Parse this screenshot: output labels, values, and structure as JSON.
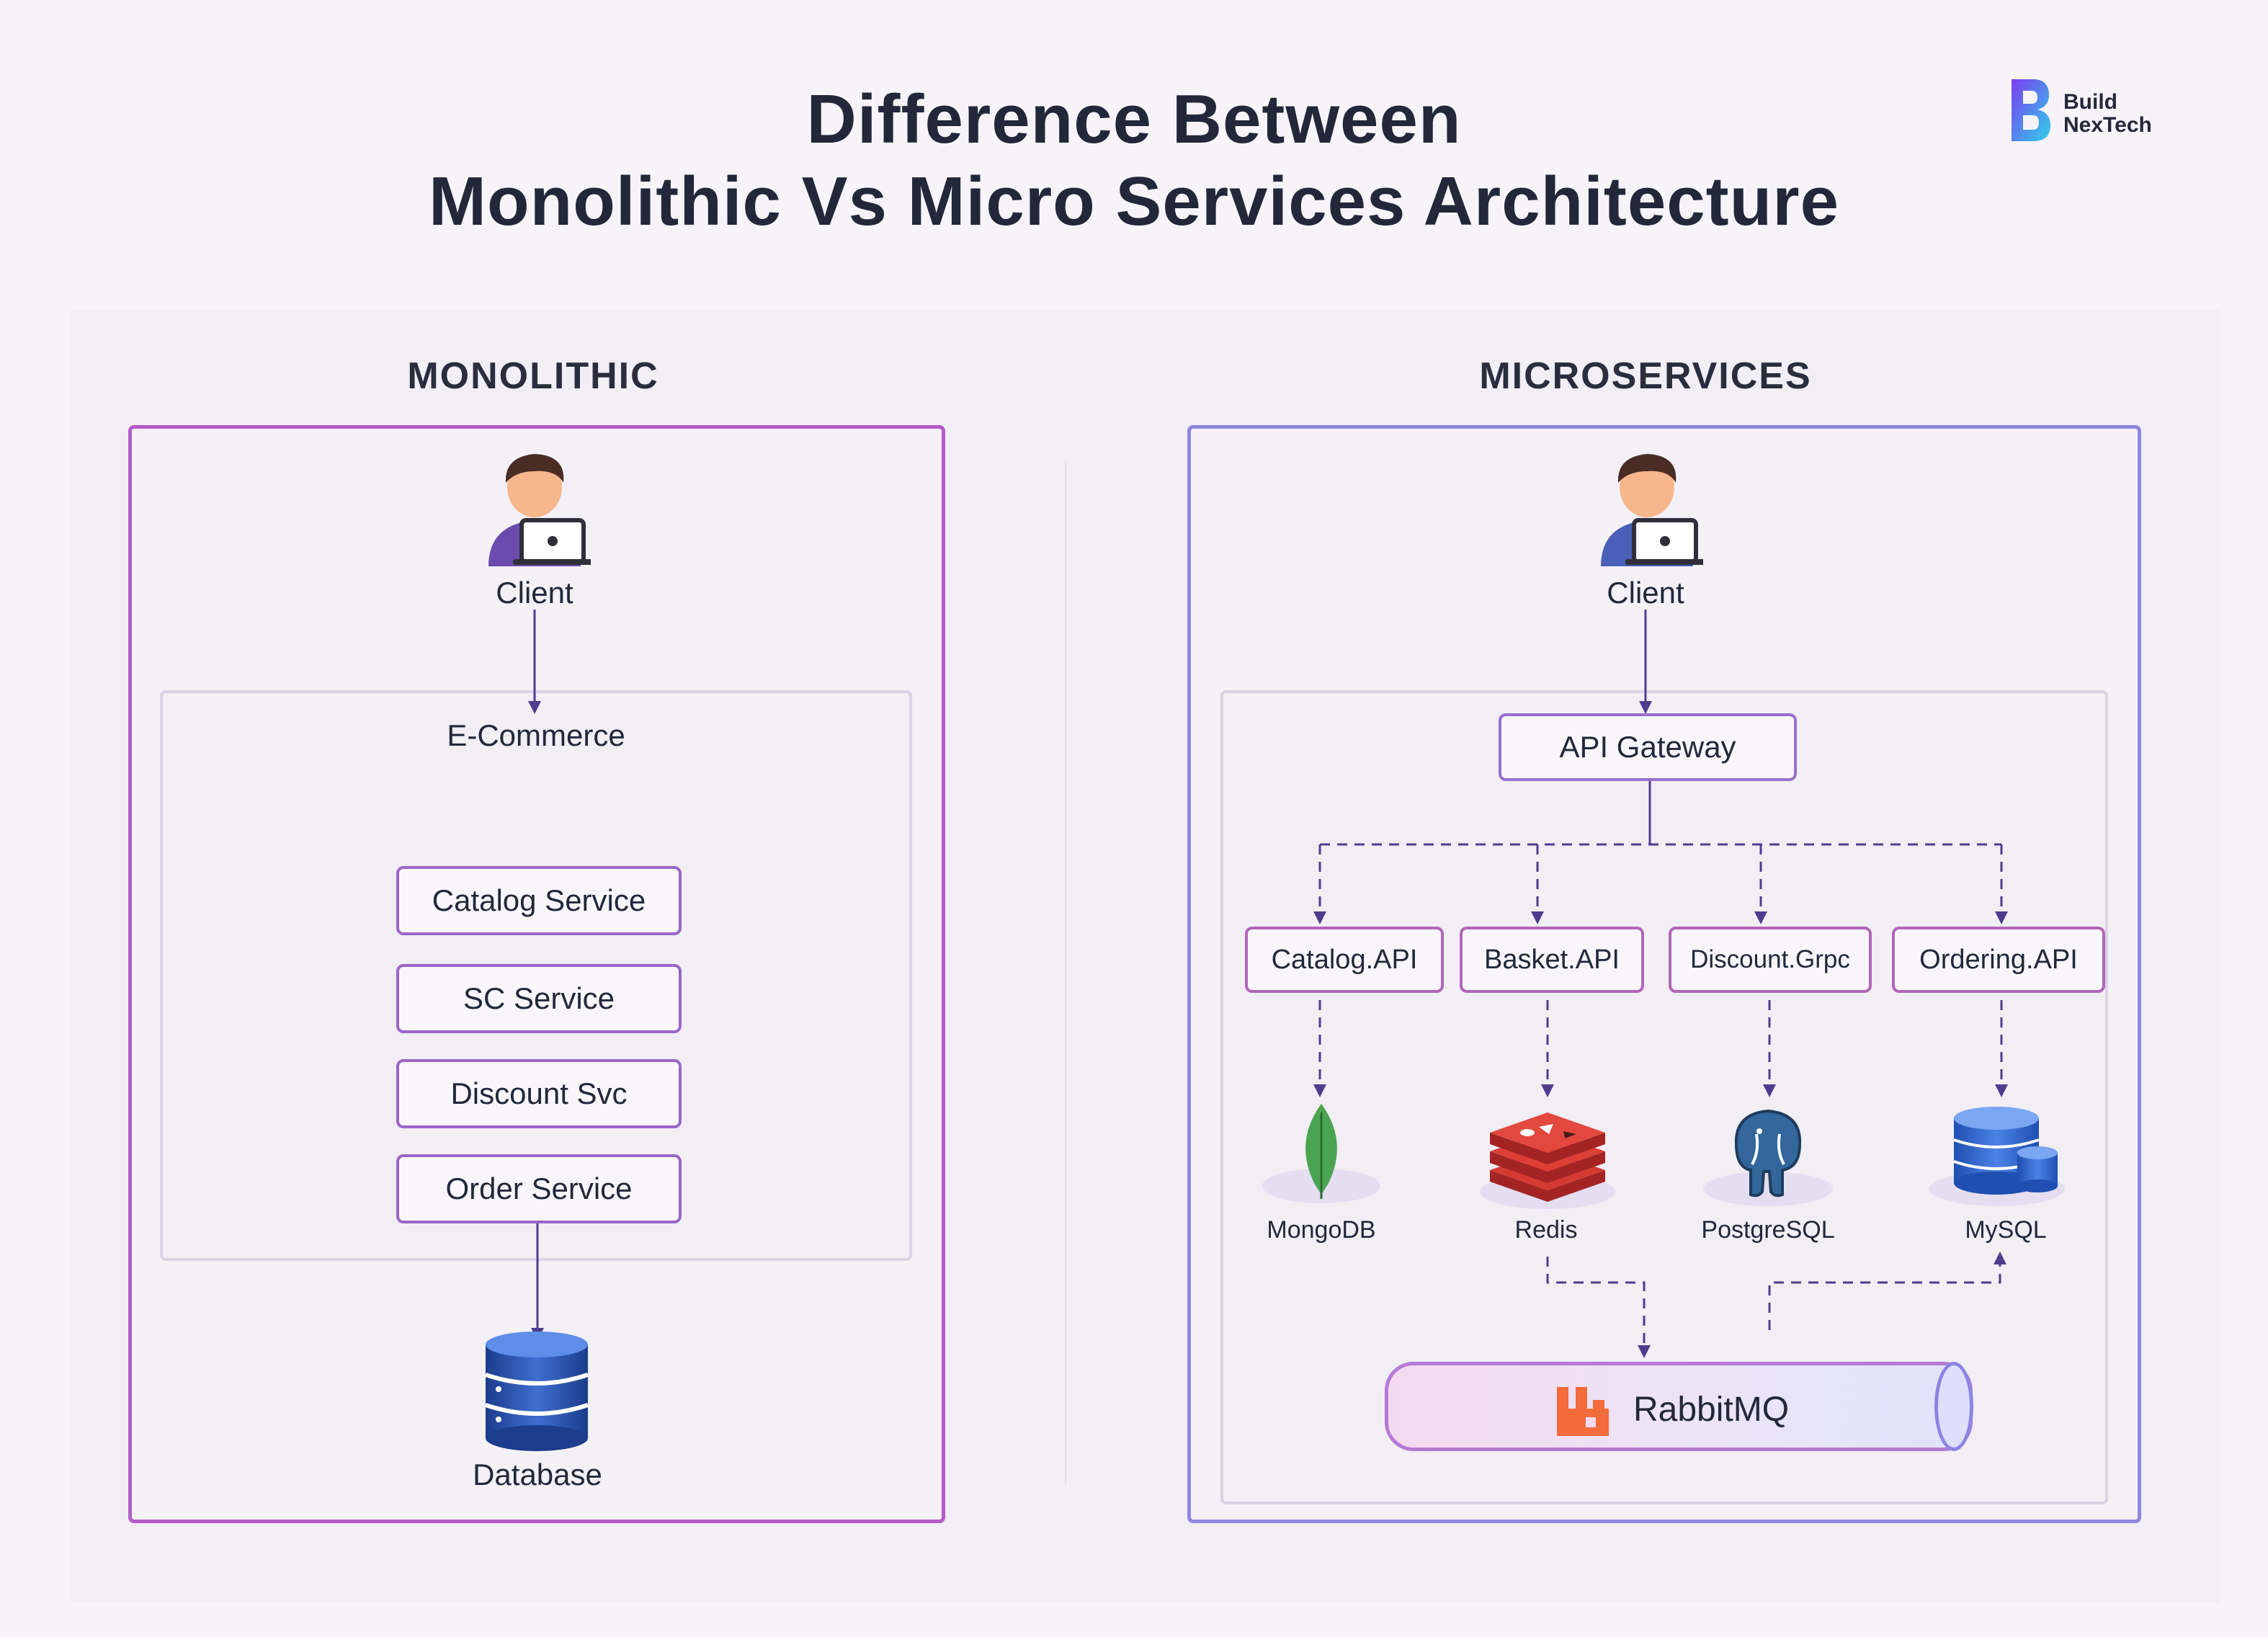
{
  "title": {
    "line1": "Difference Between",
    "line2": "Monolithic Vs Micro Services Architecture"
  },
  "logo": {
    "line1": "Build",
    "line2": "NexTech"
  },
  "monolithic": {
    "heading": "MONOLITHIC",
    "client_label": "Client",
    "container_label": "E-Commerce",
    "services": [
      "Catalog Service",
      "SC Service",
      "Discount Svc",
      "Order Service"
    ],
    "database_label": "Database"
  },
  "microservices": {
    "heading": "MICROSERVICES",
    "client_label": "Client",
    "gateway_label": "API Gateway",
    "apis": [
      "Catalog.API",
      "Basket.API",
      "Discount.Grpc",
      "Ordering.API"
    ],
    "databases": [
      "MongoDB",
      "Redis",
      "PostgreSQL",
      "MySQL"
    ],
    "message_bus_label": "RabbitMQ"
  },
  "colors": {
    "monolithic_frame": "#b35bc7",
    "microservices_frame": "#8f86e0",
    "arrow": "#4f3c8f",
    "title": "#22283a"
  }
}
